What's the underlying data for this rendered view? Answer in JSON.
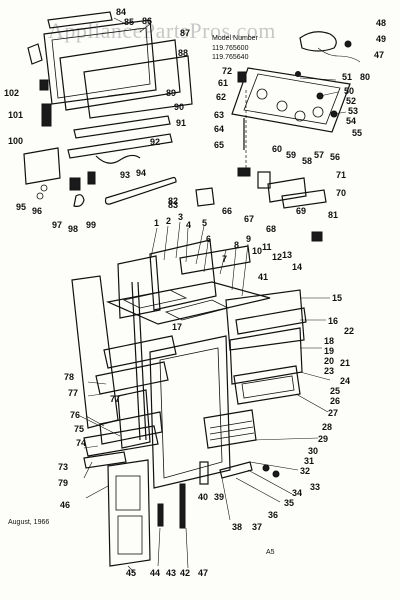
{
  "watermark": "AppliancePartsPros.com",
  "model_header": {
    "label": "Model Number",
    "models": [
      "119.765600",
      "119.765640"
    ]
  },
  "footer": {
    "date": "August, 1966",
    "page": "A5"
  },
  "part_numbers": {
    "n1": "1",
    "n2": "2",
    "n3": "3",
    "n4": "4",
    "n5": "5",
    "n6": "6",
    "n7": "7",
    "n8": "8",
    "n9": "9",
    "n10": "10",
    "n11": "11",
    "n12": "12",
    "n13": "13",
    "n14": "14",
    "n15": "15",
    "n16": "16",
    "n17": "17",
    "n18": "18",
    "n19": "19",
    "n20": "20",
    "n21": "21",
    "n22": "22",
    "n23": "23",
    "n24": "24",
    "n25": "25",
    "n26": "26",
    "n27": "27",
    "n28": "28",
    "n29": "29",
    "n30": "30",
    "n31": "31",
    "n32": "32",
    "n33": "33",
    "n34": "34",
    "n35": "35",
    "n36": "36",
    "n37": "37",
    "n38": "38",
    "n39": "39",
    "n40": "40",
    "n41": "41",
    "n42": "42",
    "n43": "43",
    "n44": "44",
    "n45": "45",
    "n46": "46",
    "n47": "47",
    "n47b": "47",
    "n48": "48",
    "n49": "49",
    "n50": "50",
    "n51": "51",
    "n52": "52",
    "n53": "53",
    "n54": "54",
    "n55": "55",
    "n56": "56",
    "n57": "57",
    "n58": "58",
    "n59": "59",
    "n60": "60",
    "n61": "61",
    "n62": "62",
    "n63": "63",
    "n64": "64",
    "n65": "65",
    "n66": "66",
    "n67": "67",
    "n68": "68",
    "n69": "69",
    "n70": "70",
    "n71": "71",
    "n72": "72",
    "n73": "73",
    "n74": "74",
    "n75": "75",
    "n76": "76",
    "n77": "77",
    "n77b": "77",
    "n78": "78",
    "n79": "79",
    "n80": "80",
    "n81": "81",
    "n82": "82",
    "n83": "83",
    "n84": "84",
    "n85": "85",
    "n86": "86",
    "n87": "87",
    "n88": "88",
    "n89": "89",
    "n90": "90",
    "n91": "91",
    "n92": "92",
    "n93": "93",
    "n94": "94",
    "n95": "95",
    "n96": "96",
    "n97": "97",
    "n98": "98",
    "n99": "99",
    "n100": "100",
    "n101": "101",
    "n102": "102"
  }
}
